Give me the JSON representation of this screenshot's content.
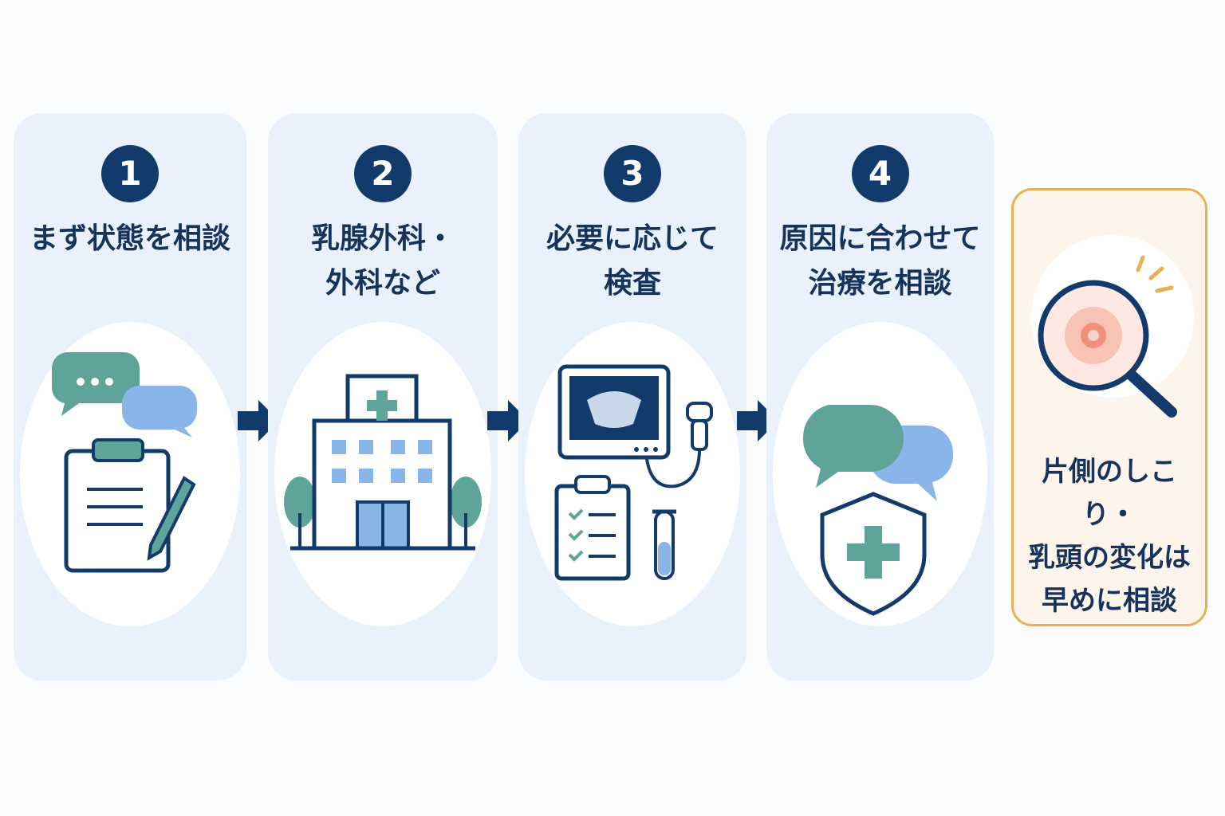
{
  "steps": [
    {
      "number": "1",
      "title_lines": [
        "まず状態を相談"
      ],
      "icon": "chat-clipboard-icon"
    },
    {
      "number": "2",
      "title_lines": [
        "乳腺外科・",
        "外科など"
      ],
      "icon": "hospital-icon"
    },
    {
      "number": "3",
      "title_lines": [
        "必要に応じて",
        "検査"
      ],
      "icon": "ultrasound-icon"
    },
    {
      "number": "4",
      "title_lines": [
        "原因に合わせて",
        "治療を相談"
      ],
      "icon": "shield-chat-icon"
    }
  ],
  "tip": {
    "lines": [
      "片側のしこり・",
      "乳頭の変化は",
      "早めに相談"
    ],
    "icon": "magnifier-icon"
  },
  "colors": {
    "navy": "#123a6b",
    "panel": "#e8f1fc",
    "teal": "#5fa49b",
    "blue": "#8ab5e8",
    "accent": "#e7b254"
  }
}
